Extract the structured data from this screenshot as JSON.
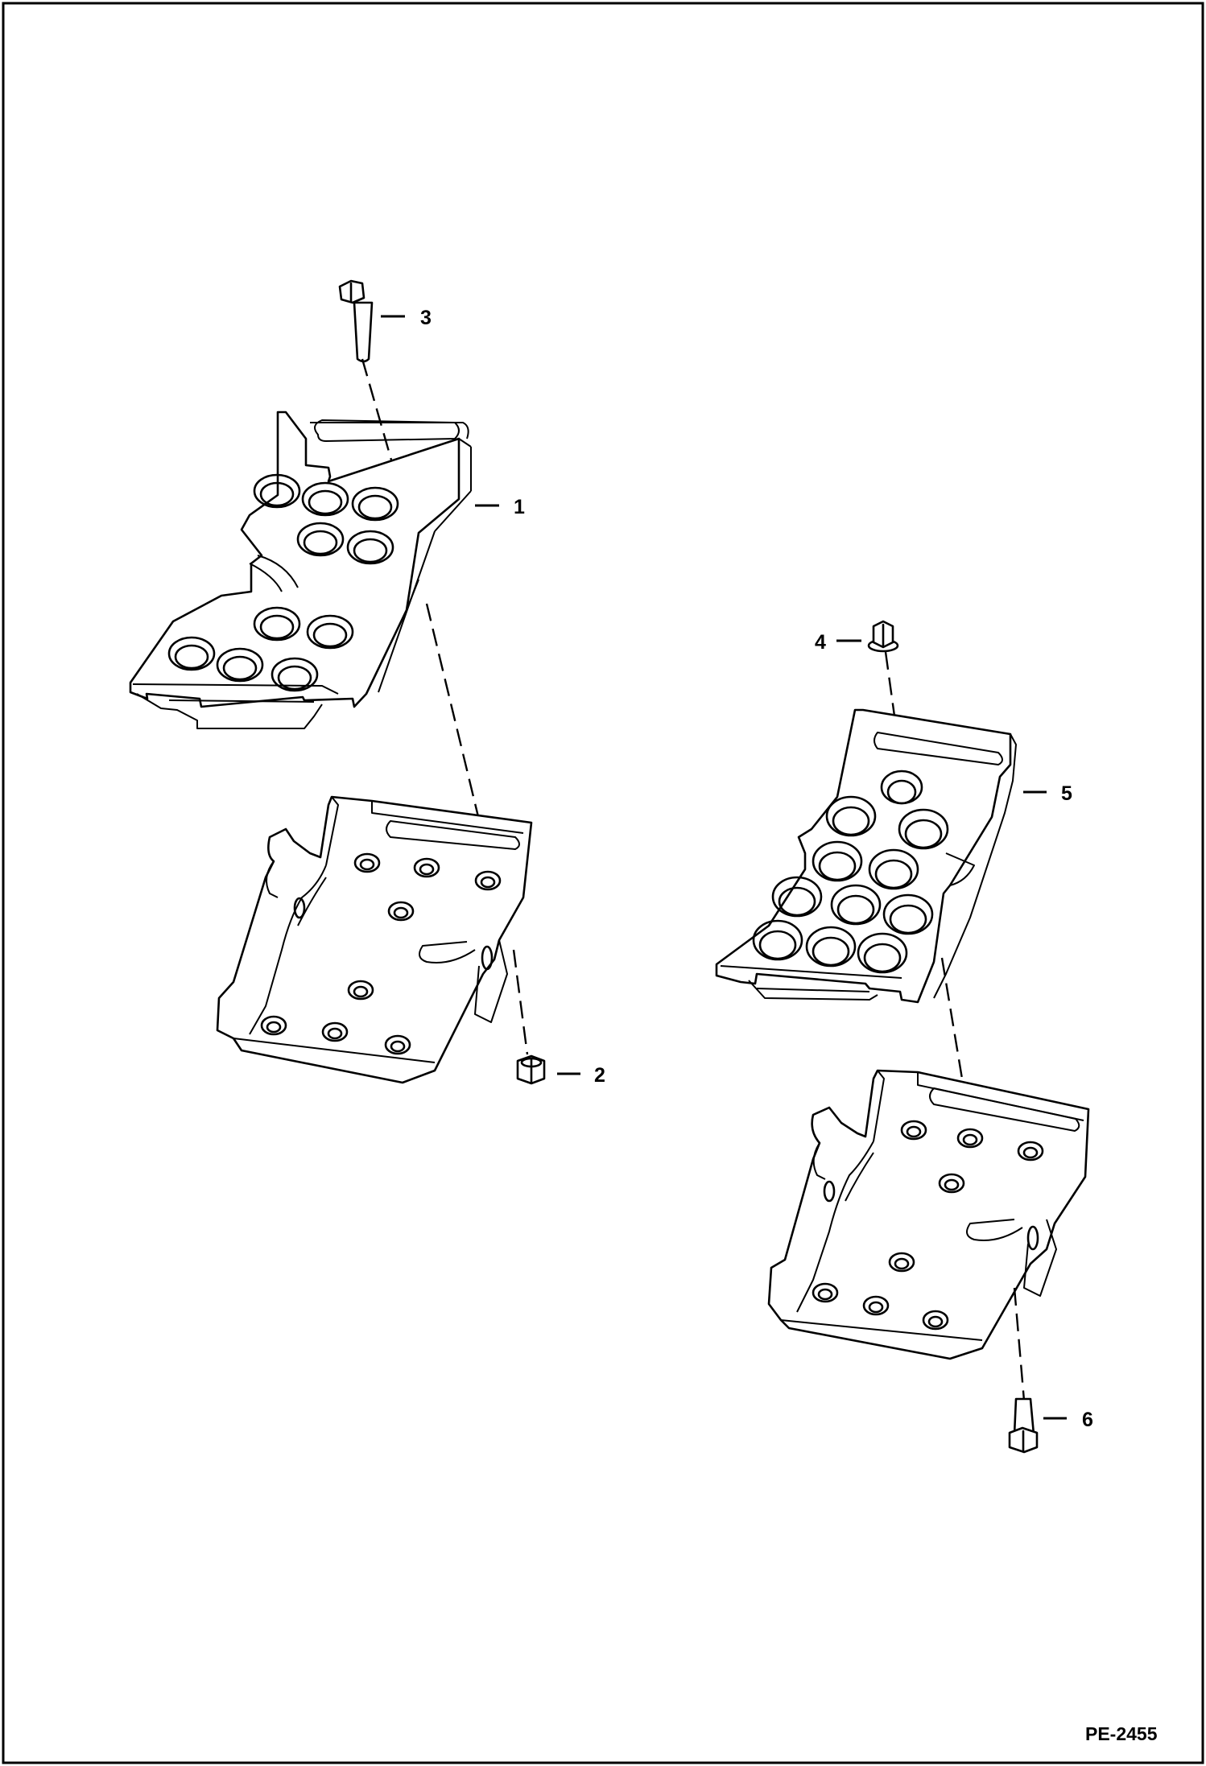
{
  "callouts": [
    {
      "key": "callout-3",
      "label": "3"
    },
    {
      "key": "callout-1",
      "label": "1"
    },
    {
      "key": "callout-4",
      "label": "4"
    },
    {
      "key": "callout-5",
      "label": "5"
    },
    {
      "key": "callout-2",
      "label": "2"
    },
    {
      "key": "callout-6",
      "label": "6"
    }
  ],
  "figure_id": "PE-2455",
  "parts": [
    "bolt",
    "foot-pedal-large",
    "nut",
    "flange-nut",
    "foot-pedal-small",
    "mounting-bracket",
    "capscrew"
  ]
}
